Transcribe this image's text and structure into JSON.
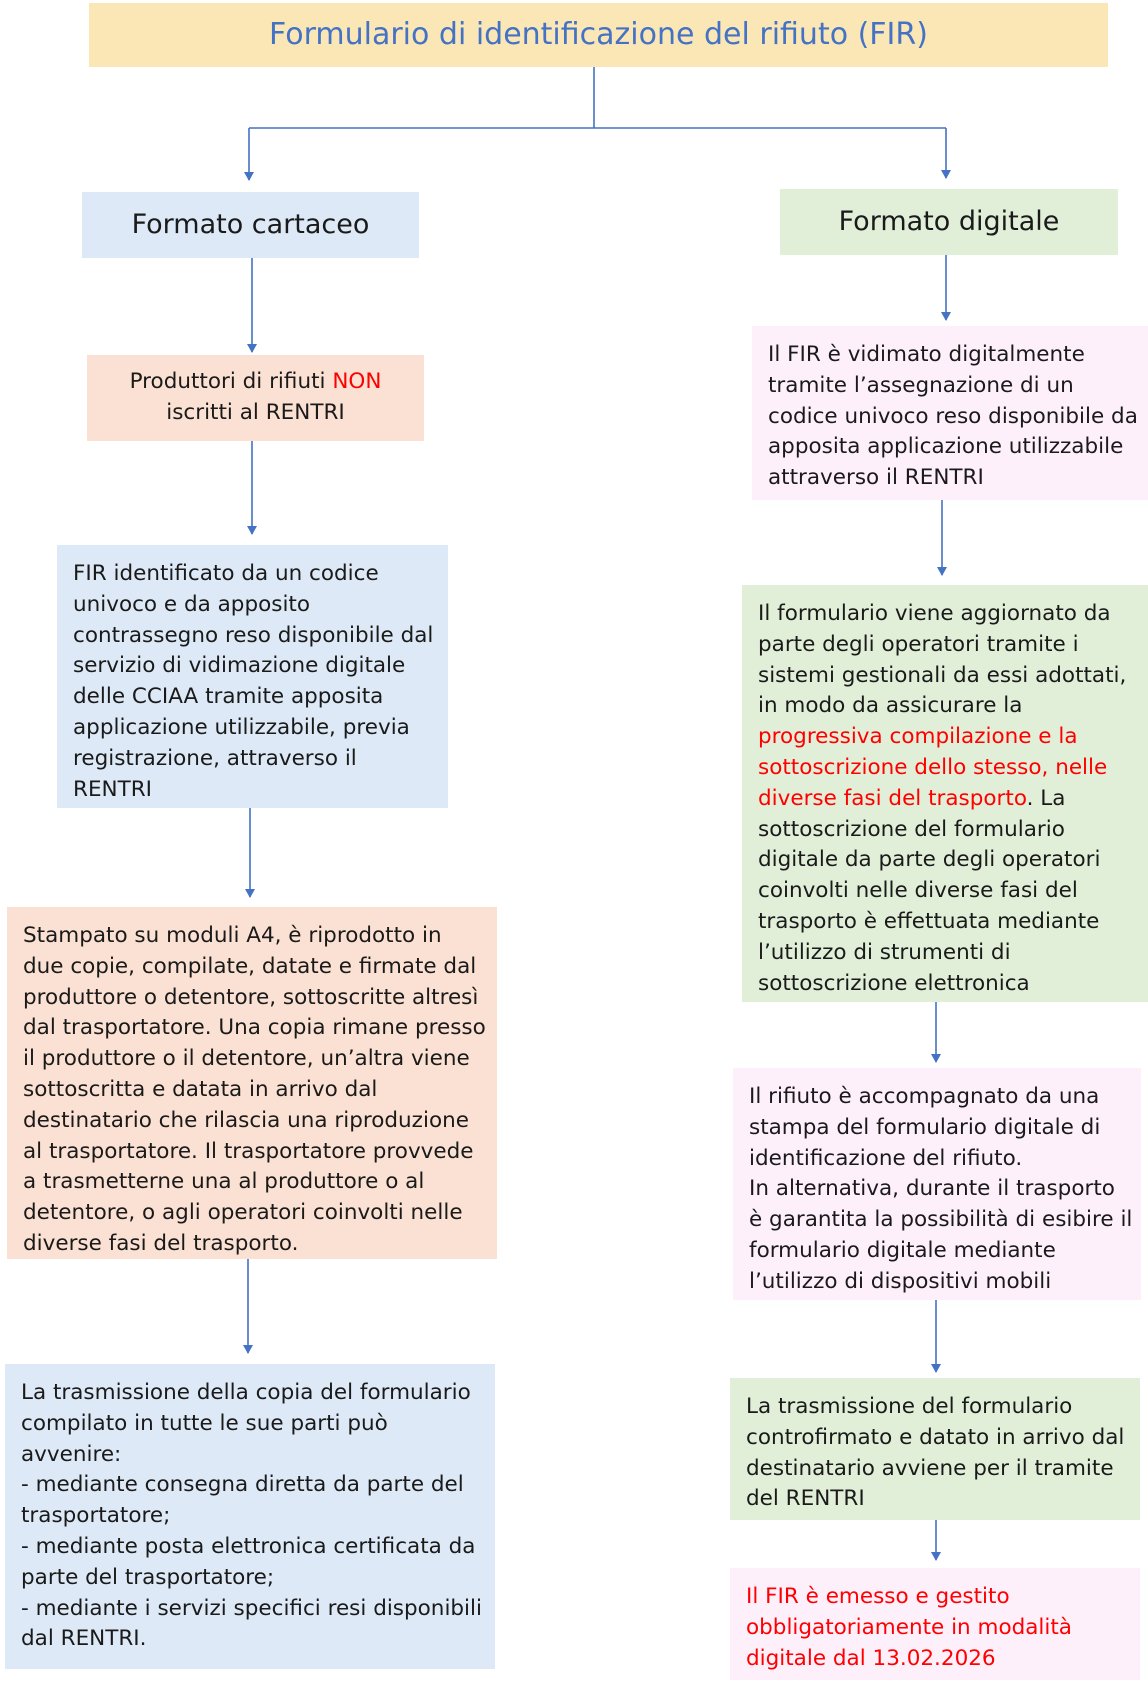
{
  "colors": {
    "connector": "#4472c4",
    "highlight": "#ff0000",
    "title_text": "#4472c4",
    "title_box": "#fbe7b6",
    "blue_box": "#dde9f6",
    "green_box": "#e1efd9",
    "peach_box": "#fbe1d3",
    "pink_box": "#fdf0fb"
  },
  "title": "Formulario di identificazione del rifiuto (FIR)",
  "left": {
    "header": "Formato cartaceo",
    "producers": {
      "line1_a": "Produttori di rifiuti ",
      "line1_b": "NON",
      "line2": "iscritti al RENTRI"
    },
    "fir_identified": [
      "FIR identificato da un codice",
      "univoco e da apposito",
      "contrassegno reso disponibile dal",
      "servizio di vidimazione digitale",
      "delle CCIAA tramite apposita",
      "applicazione utilizzabile, previa",
      "registrazione, attraverso il",
      "RENTRI"
    ],
    "printed": [
      "Stampato su moduli A4, è riprodotto in",
      "due copie, compilate, datate e firmate dal",
      "produttore o detentore, sottoscritte altresì",
      "dal trasportatore. Una copia rimane presso",
      "il produttore o il detentore, un’altra viene",
      "sottoscritta e datata in arrivo dal",
      "destinatario che rilascia una riproduzione",
      "al trasportatore. Il trasportatore provvede",
      "a trasmetterne una al produttore o al",
      "detentore, o agli operatori coinvolti nelle",
      "diverse fasi del trasporto."
    ],
    "transmission": [
      "La trasmissione della copia del formulario",
      "compilato in tutte le sue parti può",
      "avvenire:",
      "- mediante consegna diretta da parte del",
      "trasportatore;",
      "- mediante posta elettronica certificata da",
      "parte del trasportatore;",
      "- mediante i servizi specifici resi disponibili",
      "dal RENTRI."
    ]
  },
  "right": {
    "header": "Formato digitale",
    "vidimated": [
      "Il FIR è vidimato digitalmente",
      "tramite l’assegnazione di un",
      "codice univoco reso disponibile da",
      "apposita applicazione utilizzabile",
      "attraverso il RENTRI"
    ],
    "updated": {
      "l1": "Il formulario viene aggiornato da",
      "l2": "parte degli operatori tramite i",
      "l3": "sistemi gestionali da essi adottati,",
      "l4": "in modo da assicurare la",
      "l5": "progressiva compilazione e la",
      "l6": "sottoscrizione dello stesso, nelle",
      "l7_red": "diverse fasi del trasporto",
      "l7_rest": ". La",
      "l8": "sottoscrizione del formulario",
      "l9": "digitale da parte degli operatori",
      "l10": "coinvolti nelle diverse fasi del",
      "l11": "trasporto è effettuata mediante",
      "l12": "l’utilizzo di strumenti di",
      "l13": "sottoscrizione elettronica"
    },
    "accompanied": [
      "Il rifiuto è accompagnato da una",
      "stampa del formulario digitale di",
      "identificazione del rifiuto.",
      "In alternativa, durante il trasporto",
      "è garantita la possibilità di esibire il",
      "formulario digitale mediante",
      "l’utilizzo di dispositivi mobili"
    ],
    "transmission": [
      "La trasmissione del formulario",
      "controfirmato e datato in arrivo dal",
      "destinatario avviene per il tramite",
      "del RENTRI"
    ],
    "mandatory": [
      "Il FIR è emesso e gestito",
      "obbligatoriamente in modalità",
      "digitale dal 13.02.2026"
    ]
  }
}
